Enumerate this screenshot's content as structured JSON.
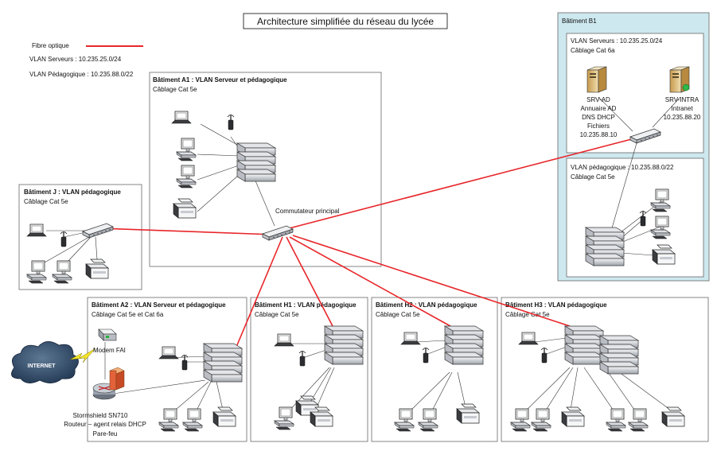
{
  "title": "Architecture simplifiée du réseau du lycée",
  "legend": {
    "fiber_label": "Fibre optique",
    "fiber_color": "#e8262a",
    "vlan_servers": "VLAN Serveurs : 10.235.25.0/24",
    "vlan_peda": "VLAN Pédagogique : 10.235.88.0/22"
  },
  "buildings": {
    "a1": {
      "title": "Bâtiment A1 : VLAN Serveur et pédagogique",
      "cabling": "Câblage Cat 5e"
    },
    "j": {
      "title": "Bâtiment J : VLAN pédagogique",
      "cabling": "Câblage Cat 5e"
    },
    "a2": {
      "title": "Bâtiment A2 : VLAN Serveur et pédagogique",
      "cabling": "Câblage Cat 5e et Cat 6a"
    },
    "h1": {
      "title": "Bâtiment H1 : VLAN pédagogique",
      "cabling": "Câblage Cat 5e"
    },
    "h2": {
      "title": "Bâtiment H2 : VLAN pédagogique",
      "cabling": "Câblage Cat 5e"
    },
    "h3": {
      "title": "Bâtiment H3 : VLAN pédagogique",
      "cabling": "Câblage Cat 5e"
    },
    "b1": {
      "title": "Bâtiment B1",
      "servers_title": "VLAN Serveurs : 10.235.25.0/24",
      "servers_cabling": "Câblage Cat 6a",
      "peda_title": "VLAN pédagogique : 10.235.88.0/22",
      "peda_cabling": "Câblage Cat 5e",
      "bg_color": "#cde8ef"
    }
  },
  "srv_ad": {
    "name": "SRV-AD",
    "line1": "Annuaire AD",
    "line2": "DNS DHCP",
    "line3": "Fichiers",
    "ip": "10.235.88.10"
  },
  "srv_intra": {
    "name": "SRV-INTRA",
    "line1": "Intranet",
    "ip": "10.235.88.20"
  },
  "main_switch": "Commutateur principal",
  "internet": "INTERNET",
  "modem": "Modem FAI",
  "firewall": {
    "line1": "Stormshield SN710",
    "line2": "Routeur – agent relais DHCP",
    "line3": "Pare-feu"
  }
}
